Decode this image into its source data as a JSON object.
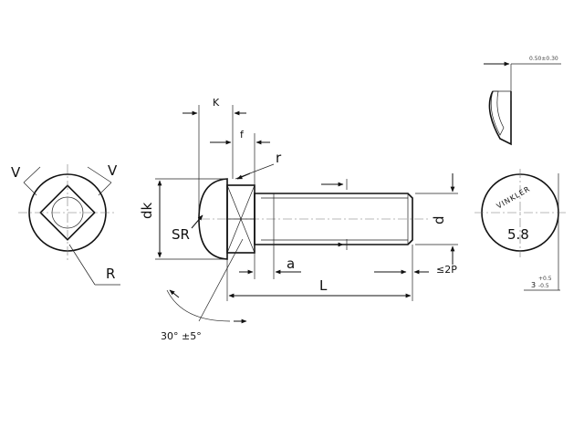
{
  "dimensions": {
    "head_height": "K",
    "neck_length": "f",
    "fillet_radius": "r",
    "head_diameter": "dk",
    "head_radius": "SR",
    "thread_diameter": "d",
    "thread_runout": "a",
    "length": "L",
    "pitch_tolerance": "≤2P",
    "corner_radius": "R",
    "neck_angle": "30° ±5°",
    "edge_tolerance": "0.50±0.30",
    "mark_depth_value": "3",
    "mark_depth_upper": "+0.5",
    "mark_depth_lower": "-0.5"
  },
  "head_marking": {
    "brand": "VINKLER",
    "property_class": "5.8"
  },
  "colors": {
    "line": "#111111",
    "centerline": "#777777",
    "background": "#ffffff"
  }
}
